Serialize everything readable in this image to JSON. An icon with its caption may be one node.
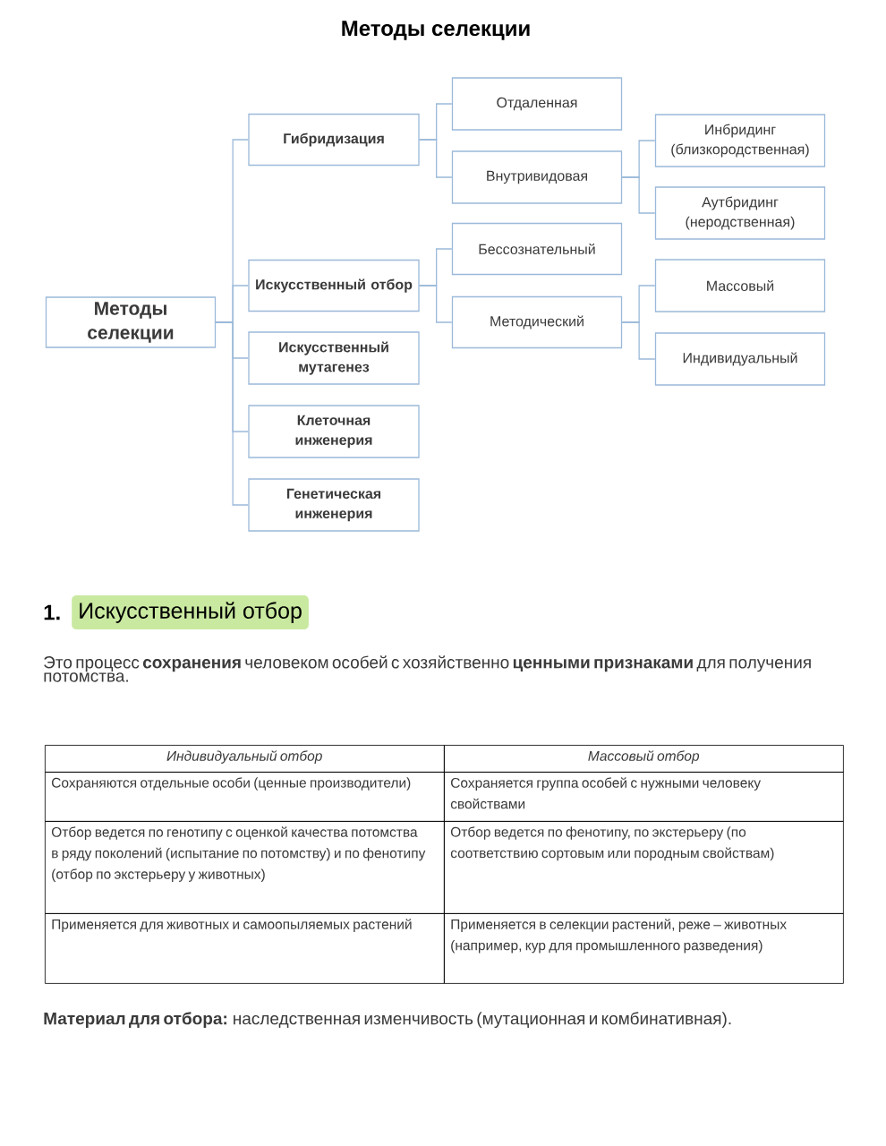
{
  "diagram": {
    "title": "Методы селекции",
    "nodes": [
      {
        "text": [
          "Методы селекции"
        ]
      },
      {
        "text": [
          "Гибридизация"
        ]
      },
      {
        "text": [
          "Искусственный отбор"
        ]
      },
      {
        "text": [
          "Искусственный мутагенез"
        ]
      },
      {
        "text": [
          "Клеточная инженерия"
        ]
      },
      {
        "text": [
          "Генетическая инженерия"
        ]
      },
      {
        "text": [
          "Отдаленная"
        ]
      },
      {
        "text": [
          "Внутривидовая"
        ]
      },
      {
        "text": [
          "Инбридинг (близкородственная)"
        ]
      },
      {
        "text": [
          "Аутбридинг (неродственная)"
        ]
      },
      {
        "text": [
          "Бессознательный"
        ]
      },
      {
        "text": [
          "Методический"
        ]
      },
      {
        "text": [
          "Массовый"
        ]
      },
      {
        "text": [
          "Индивидуальный"
        ]
      }
    ],
    "edges": [
      {
        "from": 0,
        "to": 1,
        "arrow": "none"
      },
      {
        "from": 0,
        "to": 2,
        "arrow": "none"
      },
      {
        "from": 0,
        "to": 3,
        "arrow": "none"
      },
      {
        "from": 0,
        "to": 4,
        "arrow": "none"
      },
      {
        "from": 0,
        "to": 5,
        "arrow": "none"
      },
      {
        "from": 1,
        "to": 6,
        "arrow": "none"
      },
      {
        "from": 1,
        "to": 7,
        "arrow": "none"
      },
      {
        "from": 7,
        "to": 8,
        "arrow": "none"
      },
      {
        "from": 7,
        "to": 9,
        "arrow": "none"
      },
      {
        "from": 2,
        "to": 10,
        "arrow": "none"
      },
      {
        "from": 2,
        "to": 11,
        "arrow": "none"
      },
      {
        "from": 11,
        "to": 12,
        "arrow": "none"
      },
      {
        "from": 11,
        "to": 13,
        "arrow": "none"
      }
    ],
    "labels": [
      "1.",
      "Искусственный отбор",
      "Это процесс **сохранения** человеком особей с хозяйственно **ценными признаками** для получения потомства.",
      "Индивидуальный отбор",
      "Массовый отбор",
      "Сохраняются отдельные особи (ценные производители)",
      "Сохраняется группа особей с нужными человеку свойствами",
      "Отбор ведется по генотипу с оценкой качества потомства в ряду поколений (испытание по потомству) и по фенотипу (отбор по экстерьеру у животных)",
      "Отбор ведется по фенотипу, по экстерьеру (по соответствию сортовым или породным свойствам)",
      "Применяется для животных и самоопыляемых растений",
      "Применяется в селекции растений, реже – животных (например, кур для промышленного разведения)",
      "**Материал для отбора:** наследственная изменчивость (мутационная и комбинативная)."
    ]
  }
}
